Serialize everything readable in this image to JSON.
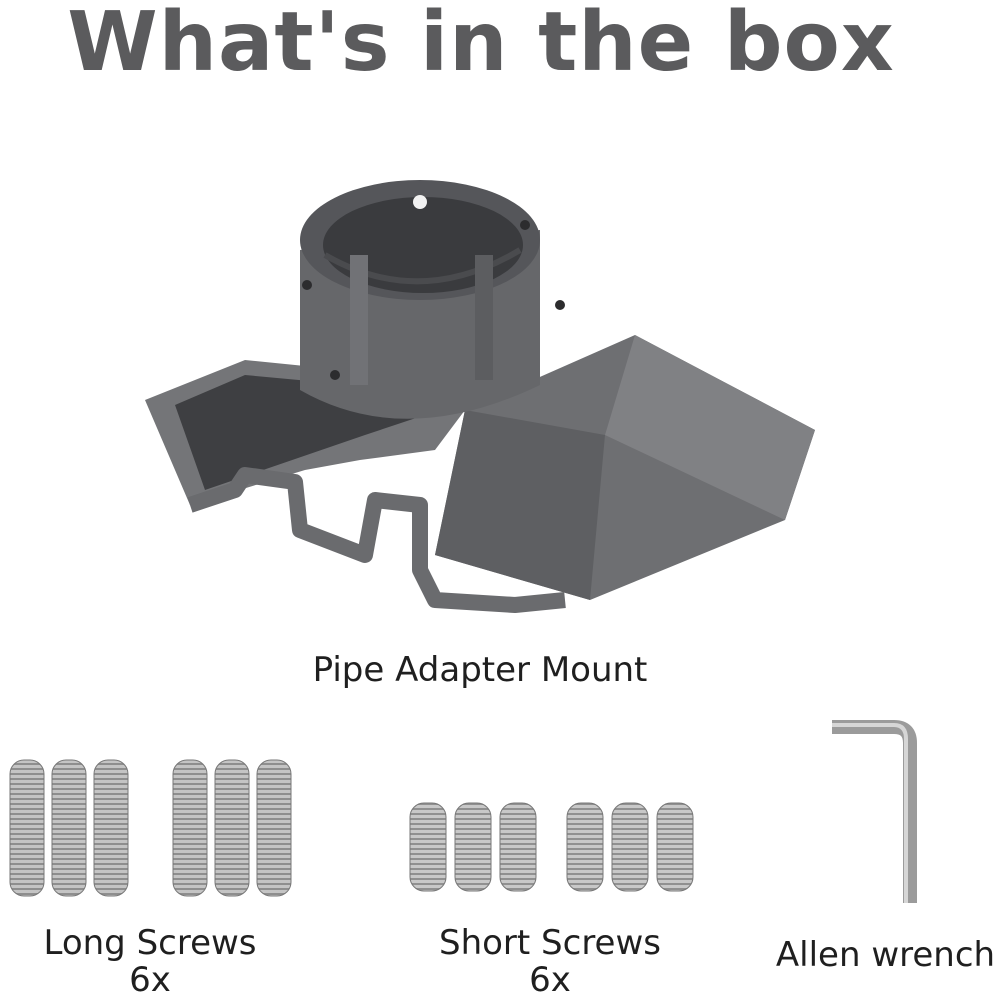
{
  "header": {
    "title": "What's in the box"
  },
  "items": [
    {
      "label": "Pipe Adapter Mount"
    },
    {
      "label": "Long Screws",
      "qty": "6x"
    },
    {
      "label": "Short Screws",
      "qty": "6x"
    },
    {
      "label": "Allen wrench"
    }
  ],
  "colors": {
    "title": "#5b5b5d",
    "mount": "#6f7073",
    "screw": "#b8b8b8"
  }
}
